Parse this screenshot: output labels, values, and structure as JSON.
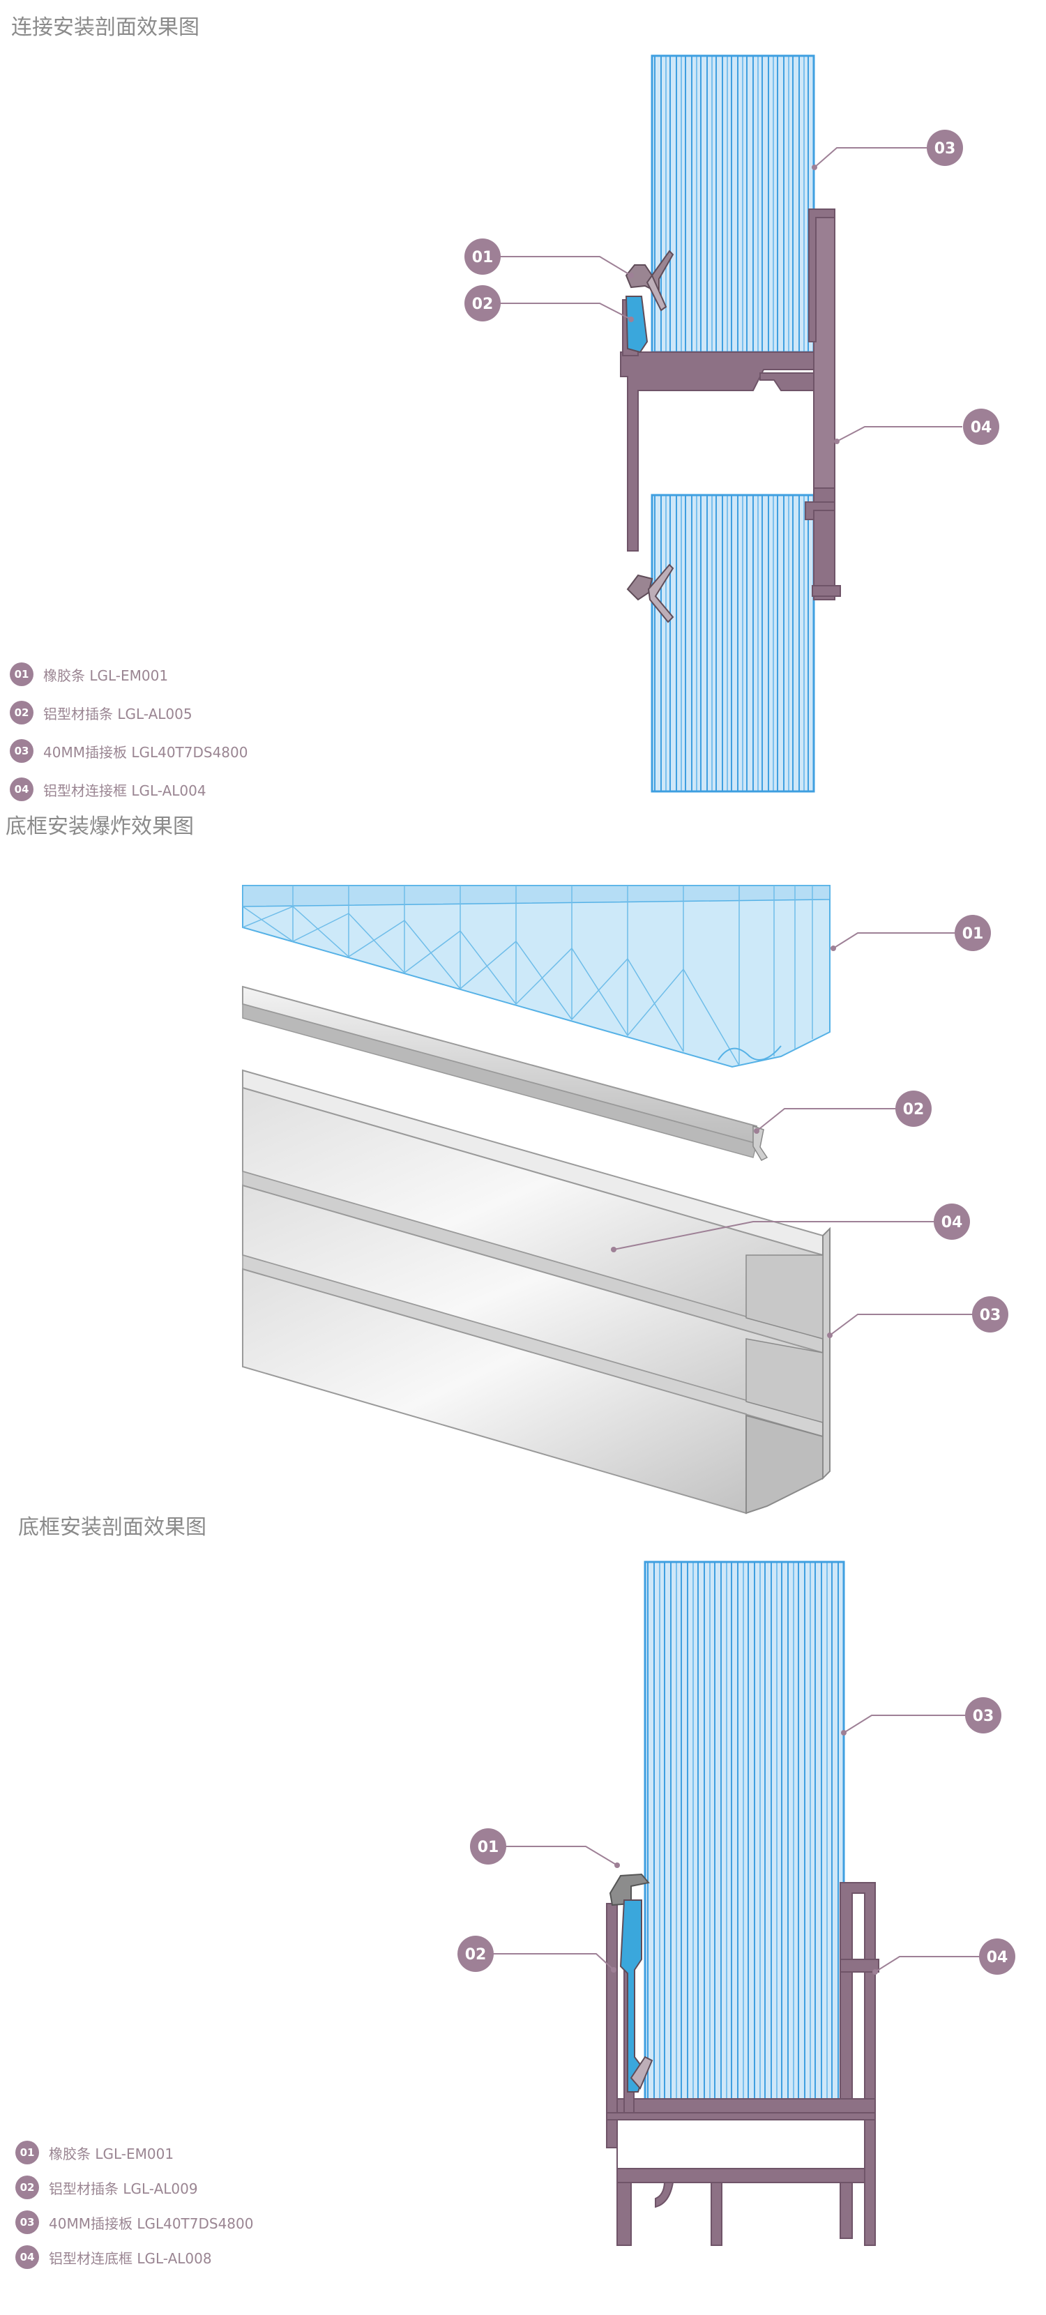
{
  "section1": {
    "title": "连接安装剖面效果图",
    "callouts": [
      "03",
      "01",
      "02",
      "04"
    ],
    "legend": [
      {
        "num": "01",
        "text": "橡胶条 LGL-EM001"
      },
      {
        "num": "02",
        "text": "铝型材插条 LGL-AL005"
      },
      {
        "num": "03",
        "text": "40MM插接板 LGL40T7DS4800"
      },
      {
        "num": "04",
        "text": "铝型材连接框 LGL-AL004"
      }
    ]
  },
  "section2": {
    "title": "底框安装爆炸效果图",
    "callouts": [
      "01",
      "02",
      "04",
      "03"
    ]
  },
  "section3": {
    "title": "底框安装剖面效果图",
    "callouts": [
      "03",
      "01",
      "02",
      "04"
    ],
    "legend": [
      {
        "num": "01",
        "text": "橡胶条 LGL-EM001"
      },
      {
        "num": "02",
        "text": "铝型材插条 LGL-AL009"
      },
      {
        "num": "03",
        "text": "40MM插接板 LGL40T7DS4800"
      },
      {
        "num": "04",
        "text": "铝型材连底框 LGL-AL008"
      }
    ]
  },
  "colors": {
    "badge": "#9e8096",
    "profile": "#8d7185",
    "panel_fill": "#cfe7f8",
    "panel_line": "#3f9fe0",
    "title": "#8a8a8a",
    "aluminum": "#d9d9d9"
  }
}
